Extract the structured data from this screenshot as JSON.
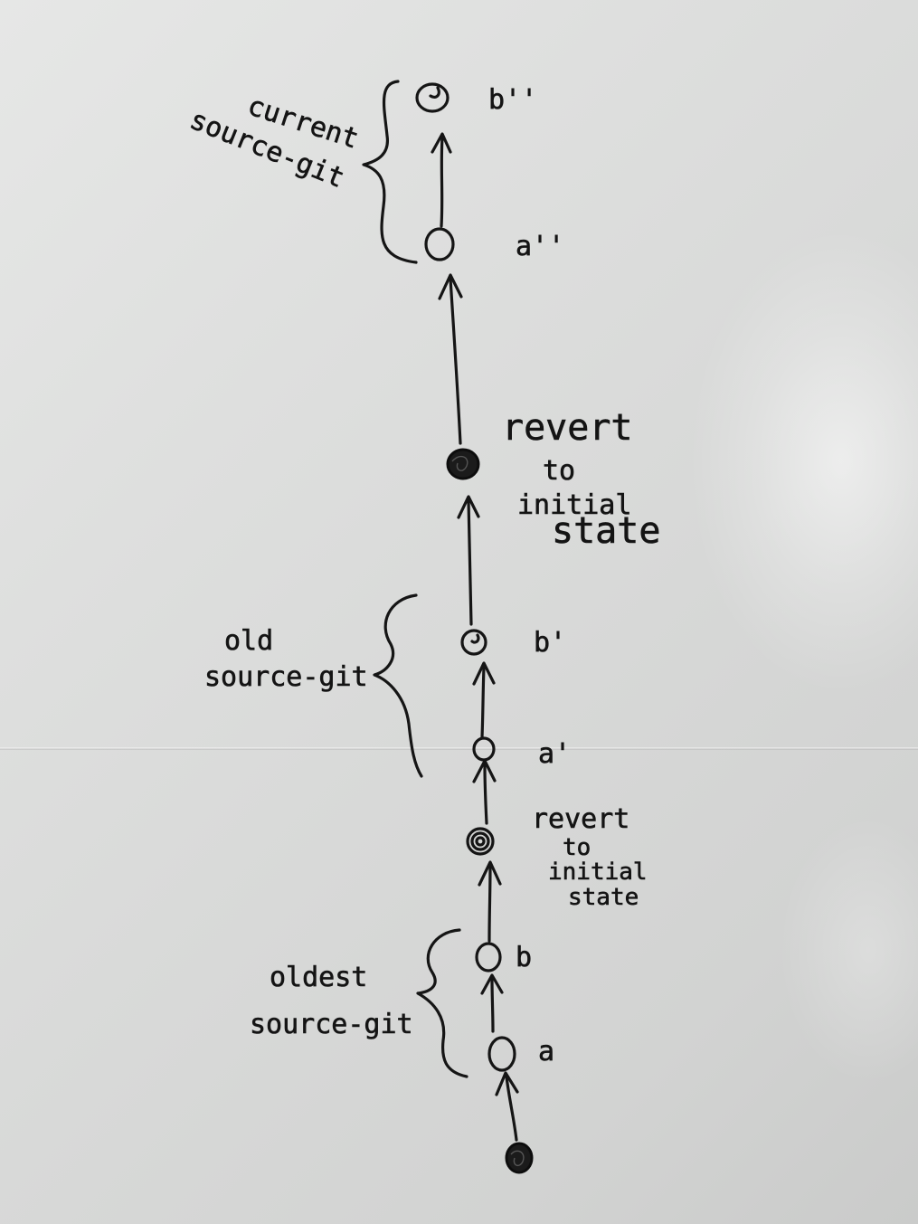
{
  "commits": [
    {
      "id": "b2",
      "label": "b''",
      "kind": "commit"
    },
    {
      "id": "a2",
      "label": "a''",
      "kind": "commit"
    },
    {
      "id": "revert2",
      "label": "",
      "kind": "revert"
    },
    {
      "id": "b1",
      "label": "b'",
      "kind": "commit"
    },
    {
      "id": "a1",
      "label": "a'",
      "kind": "commit"
    },
    {
      "id": "revert1",
      "label": "",
      "kind": "revert"
    },
    {
      "id": "b0",
      "label": "b",
      "kind": "commit"
    },
    {
      "id": "a0",
      "label": "a",
      "kind": "commit"
    },
    {
      "id": "root",
      "label": "",
      "kind": "initial"
    }
  ],
  "groups": {
    "current": {
      "line1": "current",
      "line2": "source-git"
    },
    "old": {
      "line1": "old",
      "line2": "source-git"
    },
    "oldest": {
      "line1": "oldest",
      "line2": "source-git"
    }
  },
  "annotations": {
    "revert_upper": {
      "line1": "revert",
      "line2": "to",
      "line3": "initial",
      "line4": "state"
    },
    "revert_lower": {
      "line1": "revert",
      "line2": "to",
      "line3": "initial",
      "line4": "state"
    }
  },
  "colors": {
    "ink": "#151515",
    "board": "#dedfde"
  }
}
